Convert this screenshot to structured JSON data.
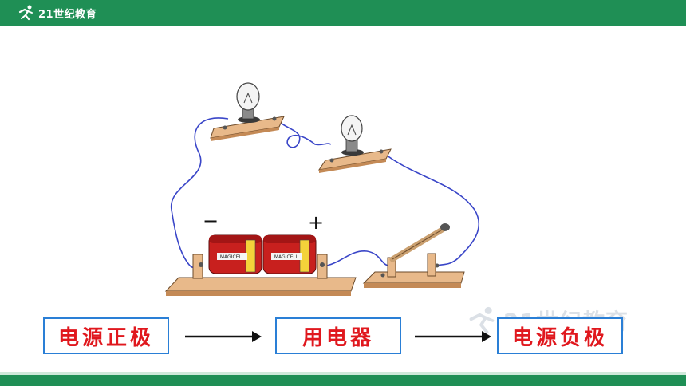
{
  "header": {
    "logo_text": "21世纪教育",
    "logo_icon": "runner-logo-icon"
  },
  "watermark": {
    "text": "21世纪教育"
  },
  "diagram": {
    "terminal_negative": "−",
    "terminal_positive": "+",
    "battery_label_1": "MAGICELL",
    "battery_label_2": "MAGICELL"
  },
  "flow": {
    "step1": "电源正极",
    "step2": "用电器",
    "step3": "电源负极"
  },
  "colors": {
    "brand_green": "#1f8f55",
    "box_border": "#2a7fd6",
    "text_red": "#e0181e",
    "wire_blue": "#3a46c8",
    "wood": "#e8b98a",
    "battery_red": "#c8201e"
  }
}
